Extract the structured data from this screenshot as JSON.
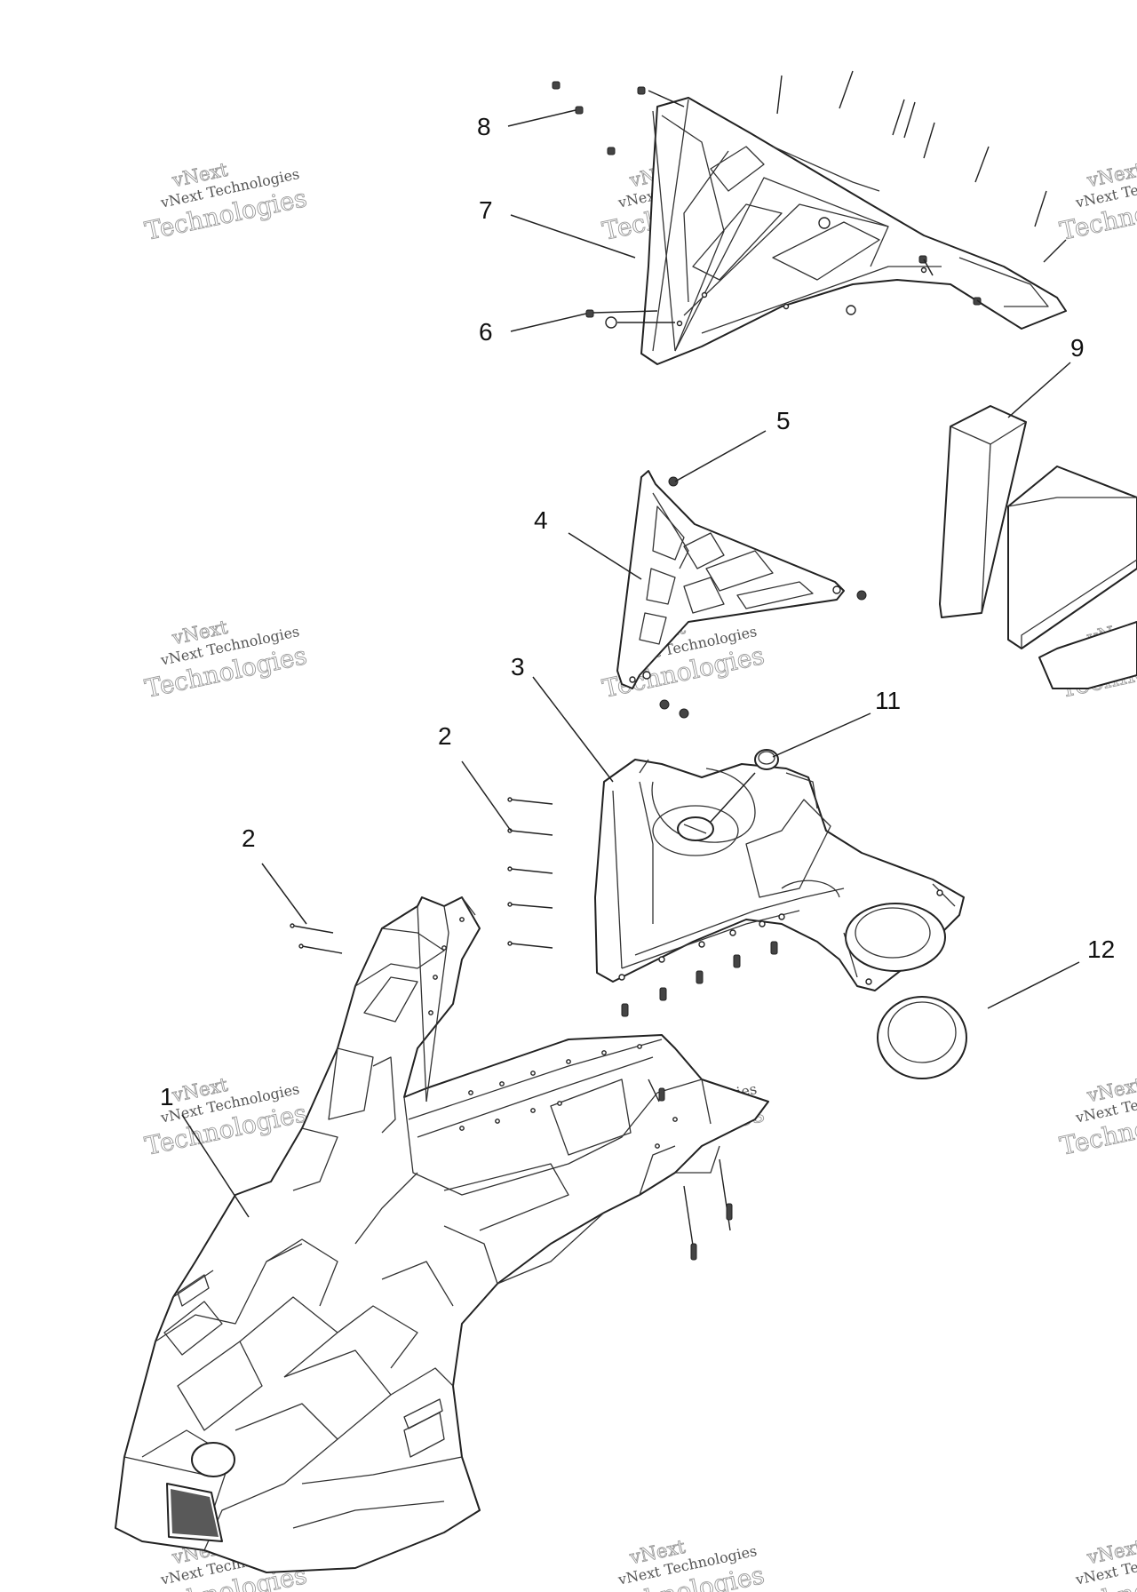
{
  "callouts": [
    "1",
    "2",
    "2",
    "3",
    "4",
    "5",
    "6",
    "7",
    "8",
    "9",
    "11",
    "12"
  ],
  "watermark": {
    "line1": "vNext",
    "line2": "vNext Technologies",
    "line3": "Technologies"
  },
  "colors": {
    "line": "#222222",
    "background": "#ffffff",
    "watermark": "#9a9a9a"
  }
}
